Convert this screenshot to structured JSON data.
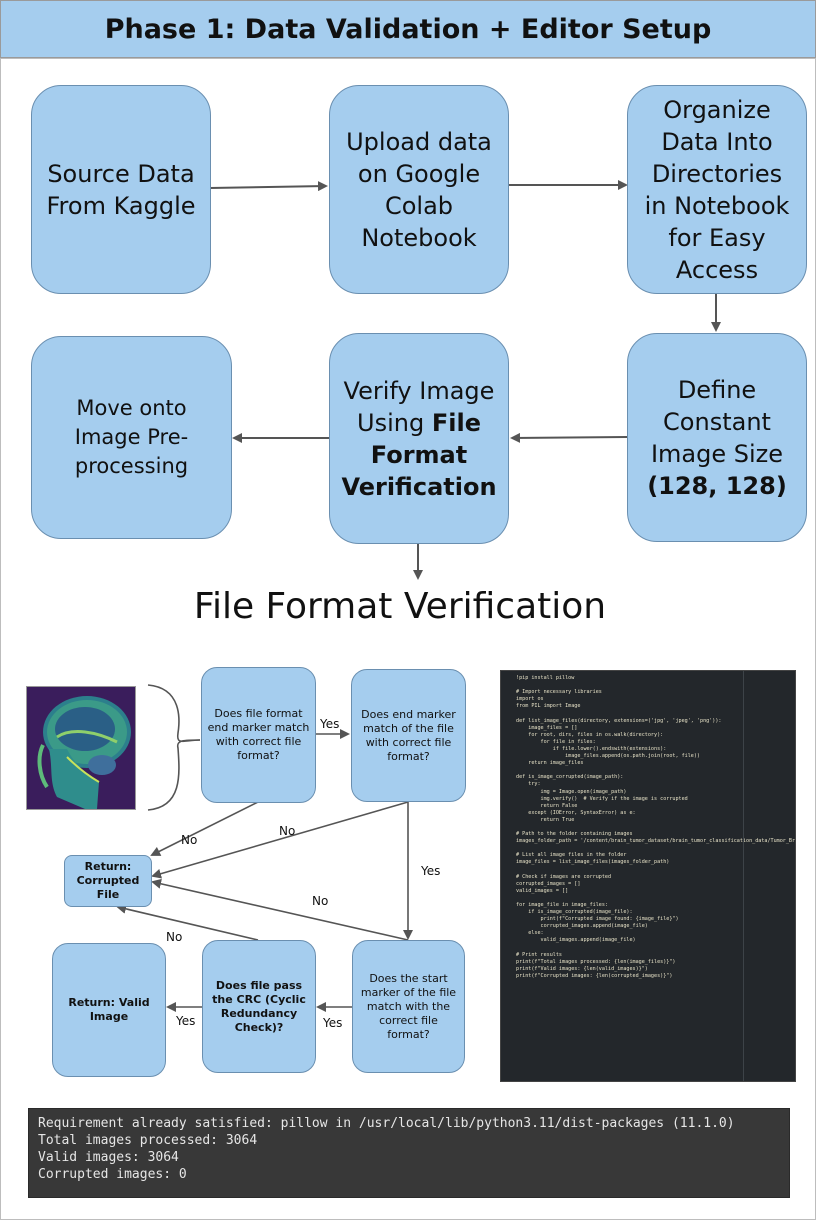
{
  "header": {
    "title": "Phase 1: Data Validation + Editor Setup"
  },
  "phase_flow": {
    "source": "Source Data From Kaggle",
    "upload": "Upload data on Google Colab Notebook",
    "organize": "Organize Data Into Directories in Notebook for Easy Access",
    "define_line1": "Define Constant Image Size",
    "define_bold": "(128, 128)",
    "verify_prefix": "Verify Image Using ",
    "verify_bold": "File Format Verification",
    "move": "Move onto Image Pre-processing"
  },
  "section_title": "File Format Verification",
  "verification_flow": {
    "q_end_marker_file": "Does file format end marker match with correct file format?",
    "q_end_marker_match": "Does end marker match of the file with correct file format?",
    "q_start_marker": "Does the start marker of the file match with the correct file format?",
    "q_crc": "Does file pass the CRC (Cyclic Redundancy Check)?",
    "return_corrupted": "Return: Corrupted File",
    "return_valid": "Return: Valid Image",
    "labels": {
      "yes_top": "Yes",
      "no_left": "No",
      "no_mid": "No",
      "yes_right": "Yes",
      "no_diag": "No",
      "no_crc": "No",
      "yes_crc": "Yes",
      "yes_start": "Yes"
    }
  },
  "code_snippet": "!pip install pillow\n\n# Import necessary libraries\nimport os\nfrom PIL import Image\n\ndef list_image_files(directory, extensions=('jpg', 'jpeg', 'png')):\n    image_files = []\n    for root, dirs, files in os.walk(directory):\n        for file in files:\n            if file.lower().endswith(extensions):\n                image_files.append(os.path.join(root, file))\n    return image_files\n\ndef is_image_corrupted(image_path):\n    try:\n        img = Image.open(image_path)\n        img.verify()  # Verify if the image is corrupted\n        return False\n    except (IOError, SyntaxError) as e:\n        return True\n\n# Path to the folder containing images\nimages_folder_path = '/content/brain_tumor_dataset/brain_tumor_classification_data/Tumor_Brain_Scans'\n\n# List all image files in the folder\nimage_files = list_image_files(images_folder_path)\n\n# Check if images are corrupted\ncorrupted_images = []\nvalid_images = []\n\nfor image_file in image_files:\n    if is_image_corrupted(image_file):\n        print(f\"Corrupted image found: {image_file}\")\n        corrupted_images.append(image_file)\n    else:\n        valid_images.append(image_file)\n\n# Print results\nprint(f\"Total images processed: {len(image_files)}\")\nprint(f\"Valid images: {len(valid_images)}\")\nprint(f\"Corrupted images: {len(corrupted_images)}\")",
  "console_output": "Requirement already satisfied: pillow in /usr/local/lib/python3.11/dist-packages (11.1.0)\nTotal images processed: 3064\nValid images: 3064\nCorrupted images: 0",
  "colors": {
    "box_fill": "#a5cdee",
    "box_border": "#6a8fb0",
    "header_fill": "#a5cdee",
    "code_bg": "#23272b",
    "console_bg": "#383838",
    "arrow": "#555555"
  },
  "icons": {
    "mri": "brain-mri-scan-image",
    "brace": "curly-brace"
  }
}
